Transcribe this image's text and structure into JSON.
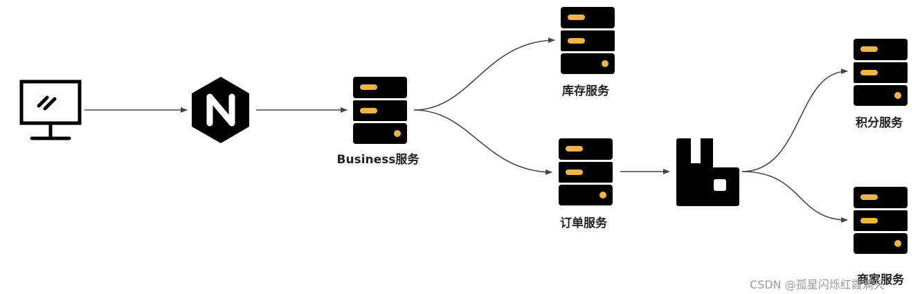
{
  "diagram": {
    "nodes": {
      "client": {
        "icon": "monitor-icon"
      },
      "gateway": {
        "icon": "nginx-icon"
      },
      "business": {
        "label": "Business服务",
        "icon": "server-icon"
      },
      "inventory": {
        "label": "库存服务",
        "icon": "server-icon"
      },
      "order": {
        "label": "订单服务",
        "icon": "server-icon"
      },
      "mq": {
        "icon": "rabbitmq-icon"
      },
      "points": {
        "label": "积分服务",
        "icon": "server-icon"
      },
      "merchant": {
        "label": "商家服务",
        "icon": "server-icon"
      }
    },
    "edges": [
      {
        "from": "client",
        "to": "gateway"
      },
      {
        "from": "gateway",
        "to": "business"
      },
      {
        "from": "business",
        "to": "inventory"
      },
      {
        "from": "business",
        "to": "order"
      },
      {
        "from": "order",
        "to": "mq"
      },
      {
        "from": "mq",
        "to": "points"
      },
      {
        "from": "mq",
        "to": "merchant"
      }
    ]
  },
  "colors": {
    "icon": "#000000",
    "accent": "#f0b34a",
    "line": "#444444"
  },
  "watermark": "CSDN @孤星闪烁红霞满天"
}
